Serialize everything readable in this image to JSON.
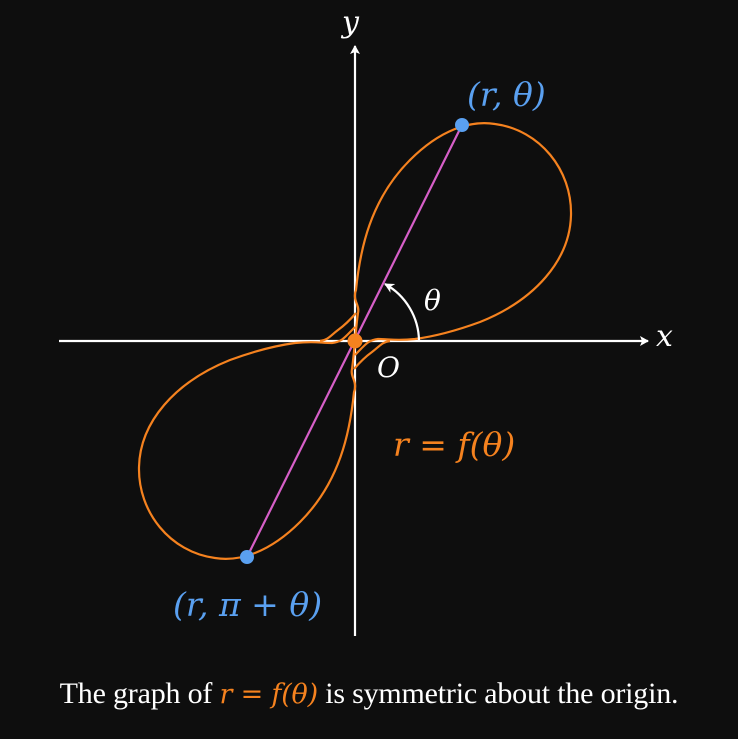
{
  "chart_data": {
    "type": "line",
    "title": "",
    "description": "Polar curve r = f(θ) drawn as a figure-eight-like closed curve symmetric about the origin, with a ray through the origin connecting the points (r, θ) and (r, π + θ).",
    "axes": {
      "x_label": "x",
      "y_label": "y",
      "origin_label": "O",
      "ticks": "none",
      "grid": false
    },
    "curve": {
      "label": "r = f(θ)",
      "color": "#f5821f",
      "symmetry": "origin"
    },
    "points": [
      {
        "label": "(r, θ)",
        "color": "#5aa0f0",
        "quadrant": "I"
      },
      {
        "label": "(r, π + θ)",
        "color": "#5aa0f0",
        "quadrant": "III"
      },
      {
        "label": "O",
        "color": "#f5821f",
        "role": "origin"
      }
    ],
    "segment": {
      "from": "(r, π + θ)",
      "to": "(r, θ)",
      "through": "O",
      "color": "#d65fc8"
    },
    "angle": {
      "label": "θ",
      "from": "positive x-axis",
      "to": "ray to (r, θ)",
      "arrow": true
    }
  },
  "diagram": {
    "axis_x_label": "x",
    "axis_y_label": "y",
    "origin_label": "O",
    "angle_label": "θ",
    "point_upper_label": "(r, θ)",
    "point_lower_label": "(r, π + θ)",
    "curve_label": "r = f(θ)",
    "colors": {
      "background": "#0e0e0e",
      "axes": "#ffffff",
      "curve": "#f5821f",
      "points": "#5aa0f0",
      "segment": "#d65fc8",
      "origin_dot": "#f5821f"
    }
  },
  "caption": {
    "before": "The graph of ",
    "math": "r = f(θ)",
    "after": " is symmetric about the origin."
  }
}
